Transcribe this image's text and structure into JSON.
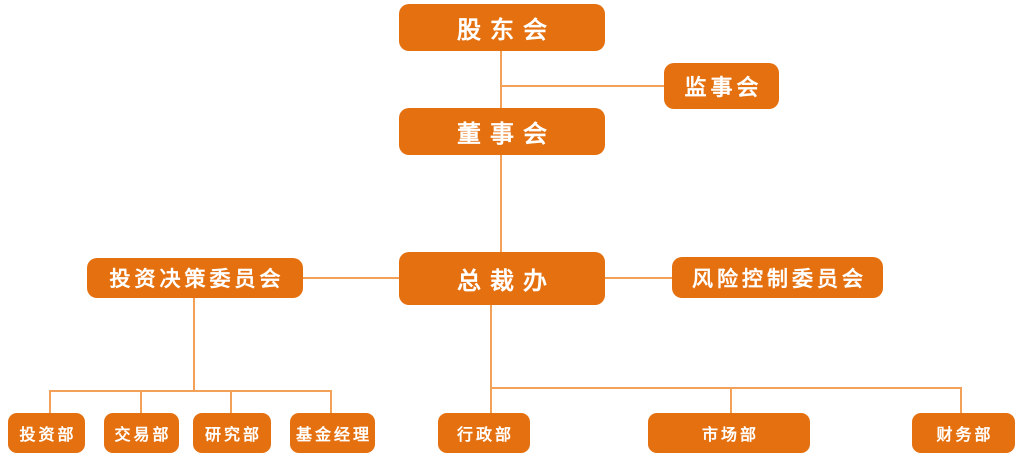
{
  "colors": {
    "node_fill": "#E5700F",
    "connector": "#F3A159",
    "node_text": "#FFFFFF"
  },
  "org_chart": {
    "nodes": {
      "shareholders": {
        "label": "股东会"
      },
      "supervisory": {
        "label": "监事会"
      },
      "board": {
        "label": "董事会"
      },
      "invest_committee": {
        "label": "投资决策委员会"
      },
      "president_office": {
        "label": "总裁办"
      },
      "risk_committee": {
        "label": "风险控制委员会"
      },
      "investment_dept": {
        "label": "投资部"
      },
      "trading_dept": {
        "label": "交易部"
      },
      "research_dept": {
        "label": "研究部"
      },
      "fund_manager": {
        "label": "基金经理"
      },
      "admin_dept": {
        "label": "行政部"
      },
      "marketing_dept": {
        "label": "市场部"
      },
      "finance_dept": {
        "label": "财务部"
      }
    },
    "edges": [
      [
        "shareholders",
        "board"
      ],
      [
        "shareholders",
        "supervisory"
      ],
      [
        "board",
        "president_office"
      ],
      [
        "president_office",
        "invest_committee"
      ],
      [
        "president_office",
        "risk_committee"
      ],
      [
        "invest_committee",
        "investment_dept"
      ],
      [
        "invest_committee",
        "trading_dept"
      ],
      [
        "invest_committee",
        "research_dept"
      ],
      [
        "invest_committee",
        "fund_manager"
      ],
      [
        "president_office",
        "admin_dept"
      ],
      [
        "president_office",
        "marketing_dept"
      ],
      [
        "president_office",
        "finance_dept"
      ]
    ]
  }
}
